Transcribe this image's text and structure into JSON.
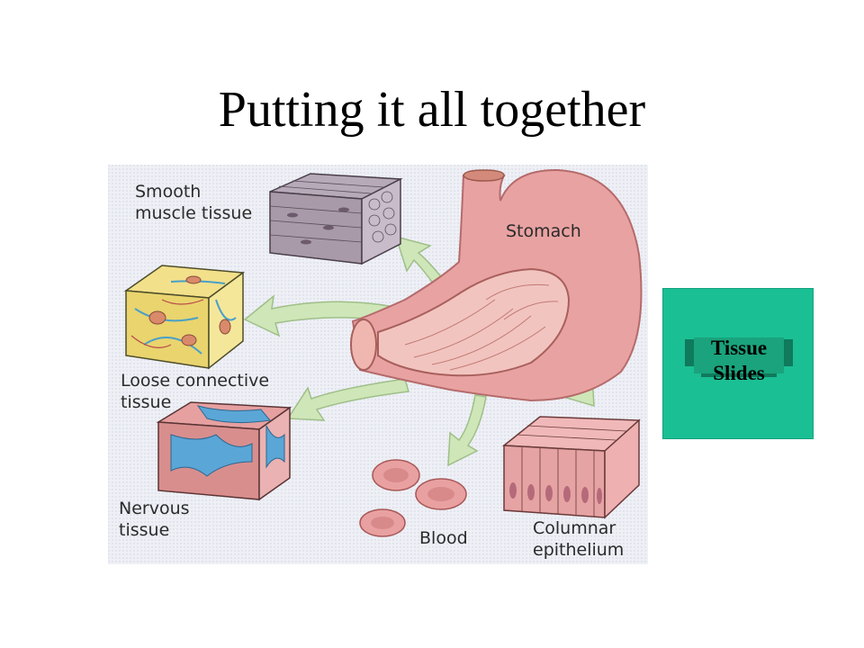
{
  "slide": {
    "title": "Putting it all together"
  },
  "figure": {
    "labels": {
      "smooth_line1": "Smooth",
      "smooth_line2": "muscle tissue",
      "stomach": "Stomach",
      "loose_line1": "Loose connective",
      "loose_line2": "tissue",
      "nervous_line1": "Nervous",
      "nervous_line2": "tissue",
      "blood": "Blood",
      "columnar_line1": "Columnar",
      "columnar_line2": "epithelium"
    }
  },
  "nav_button": {
    "line1": "Tissue",
    "line2": "Slides"
  },
  "colors": {
    "nav_button": "#1bbf94",
    "stomach": "#e9a2a2",
    "arrow": "#cfe6b8"
  }
}
